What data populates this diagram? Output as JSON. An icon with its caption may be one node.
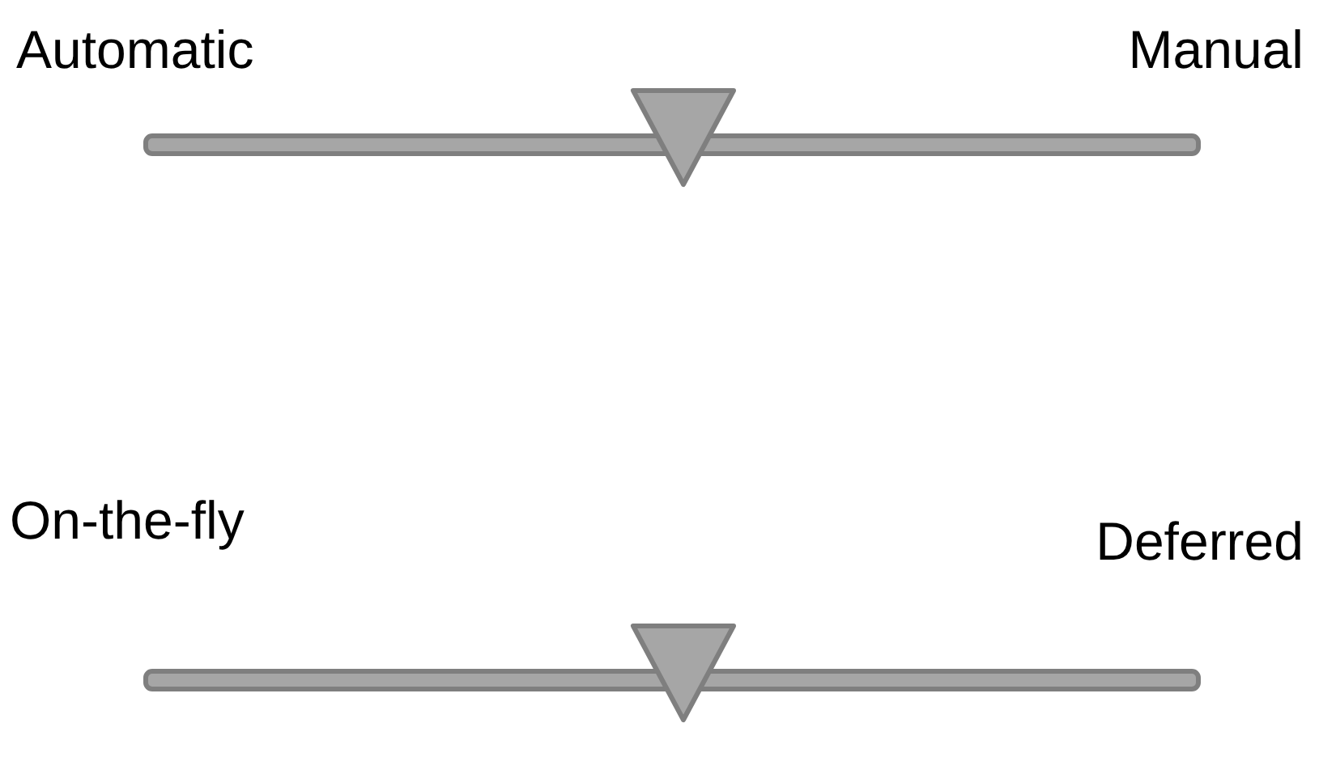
{
  "diagram": {
    "labels": [
      "Automatic",
      "Manual",
      "On-the-fly",
      "Deferred"
    ]
  }
}
